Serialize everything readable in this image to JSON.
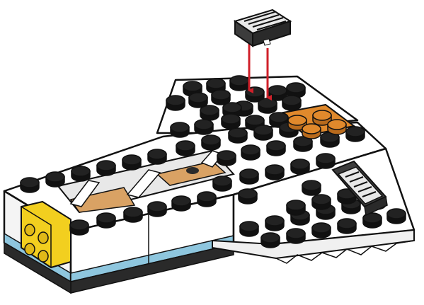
{
  "illustration": {
    "subject": "building-brick-shuttle-assembly-step",
    "colors": {
      "outline": "#111111",
      "body": "#ffffff",
      "shade": "#dcdcdc",
      "stripe_blue": "#8ec6de",
      "stripe_black": "#2a2a2a",
      "accent_orange": "#e0892c",
      "accent_tan": "#d9a264",
      "accent_yellow": "#f2cf1f",
      "arrow_red": "#d0202a",
      "tile_dark": "#3c3c3c",
      "tile_light": "#e8e8e8"
    },
    "parts": {
      "falling_tile": "grille-slope-tile",
      "side_tile": "grille-slope-tile",
      "side_brick": "brick-with-studs-on-side"
    },
    "arrows": 2
  }
}
